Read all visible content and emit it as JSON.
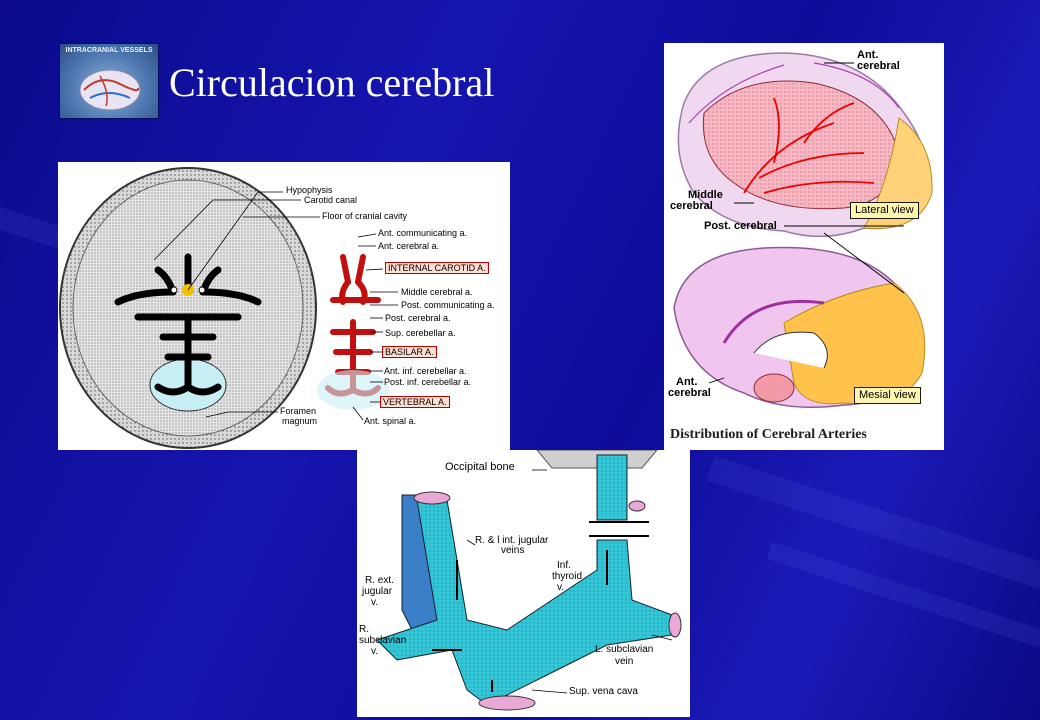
{
  "slide": {
    "title": "Circulacion cerebral",
    "background_color": "#1111a8"
  },
  "logo": {
    "text": "INTRACRANIAL VESSELS",
    "icon": "brain-vessels-logo"
  },
  "figure_arteries_base": {
    "labels": [
      "Hypophysis",
      "Carotid canal",
      "Floor of cranial cavity",
      "Ant. communicating a.",
      "Ant. cerebral a.",
      "INTERNAL CAROTID A.",
      "Middle cerebral a.",
      "Post. communicating a.",
      "Post. cerebral a.",
      "Sup. cerebellar a.",
      "BASILAR A.",
      "Ant. inf. cerebellar a.",
      "Post. inf. cerebellar a.",
      "VERTEBRAL A.",
      "Ant. spinal a.",
      "Foramen",
      "magnum"
    ]
  },
  "figure_distribution": {
    "ant_top_1": "Ant.",
    "ant_top_2": "cerebral",
    "middle_1": "Middle",
    "middle_2": "cerebral",
    "lateral_view": "Lateral view",
    "post_cerebral": "Post. cerebral",
    "ant_bottom_1": "Ant.",
    "ant_bottom_2": "cerebral",
    "mesial_view": "Mesial view",
    "caption": "Distribution of Cerebral Arteries"
  },
  "figure_veins": {
    "occipital": "Occipital bone",
    "jugular_1": "R. & l int. jugular",
    "jugular_2": "veins",
    "inf_1": "Inf.",
    "inf_2": "thyroid",
    "inf_3": "v.",
    "rext_1": "R. ext.",
    "rext_2": "jugular",
    "rext_3": "v.",
    "rsub_1": "R.",
    "rsub_2": "subclavian",
    "rsub_3": "v.",
    "lsub_1": "L. subclavian",
    "lsub_2": "vein",
    "svc": "Sup. vena cava"
  }
}
